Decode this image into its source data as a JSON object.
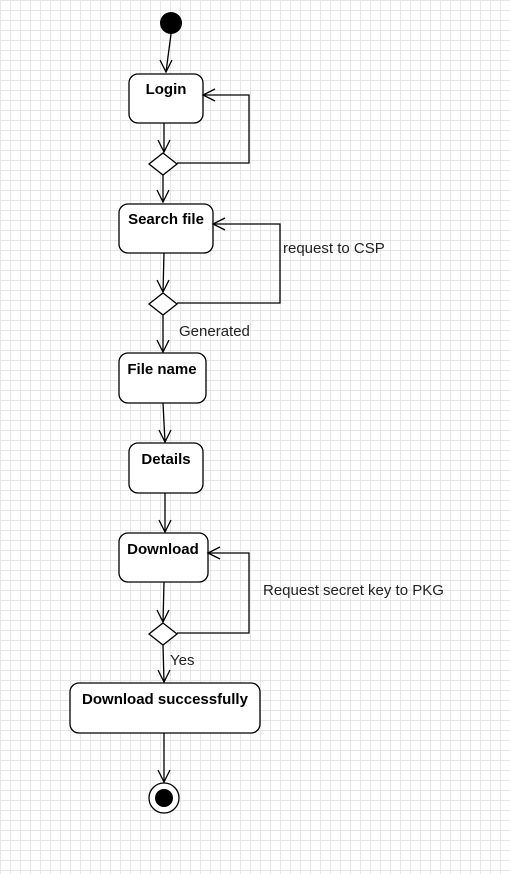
{
  "diagram": {
    "type": "activity",
    "nodes": {
      "login": "Login",
      "search_file": "Search file",
      "file_name": "File name",
      "details": "Details",
      "download": "Download",
      "download_successfully": "Download successfully"
    },
    "edge_labels": {
      "request_to_csp": "request to CSP",
      "generated": "Generated",
      "request_secret_key": "Request secret key to PKG",
      "yes": "Yes"
    }
  }
}
